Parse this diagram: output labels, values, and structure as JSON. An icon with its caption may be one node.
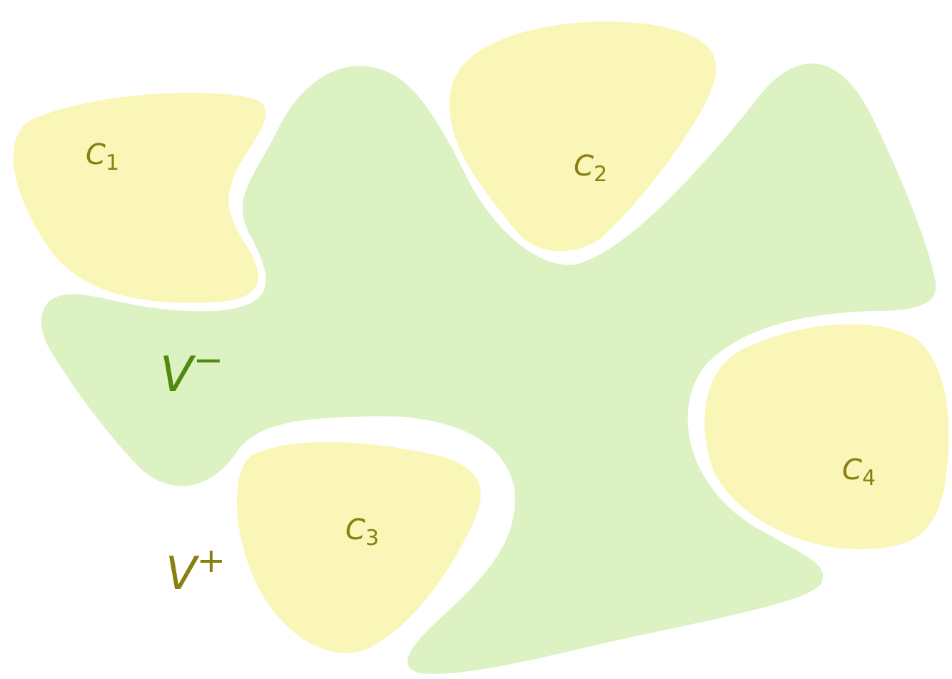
{
  "diagram": {
    "nodes": [
      {
        "text": [
          "*V*$^{−}$"
        ]
      },
      {
        "text": [
          "*C*$_{1}$"
        ]
      },
      {
        "text": [
          "*C*$_{2}$"
        ]
      },
      {
        "text": [
          "*C*$_{3}$"
        ]
      },
      {
        "text": [
          "*C*$_{4}$"
        ]
      }
    ],
    "labels": [
      "*V*$^{+}$"
    ]
  }
}
